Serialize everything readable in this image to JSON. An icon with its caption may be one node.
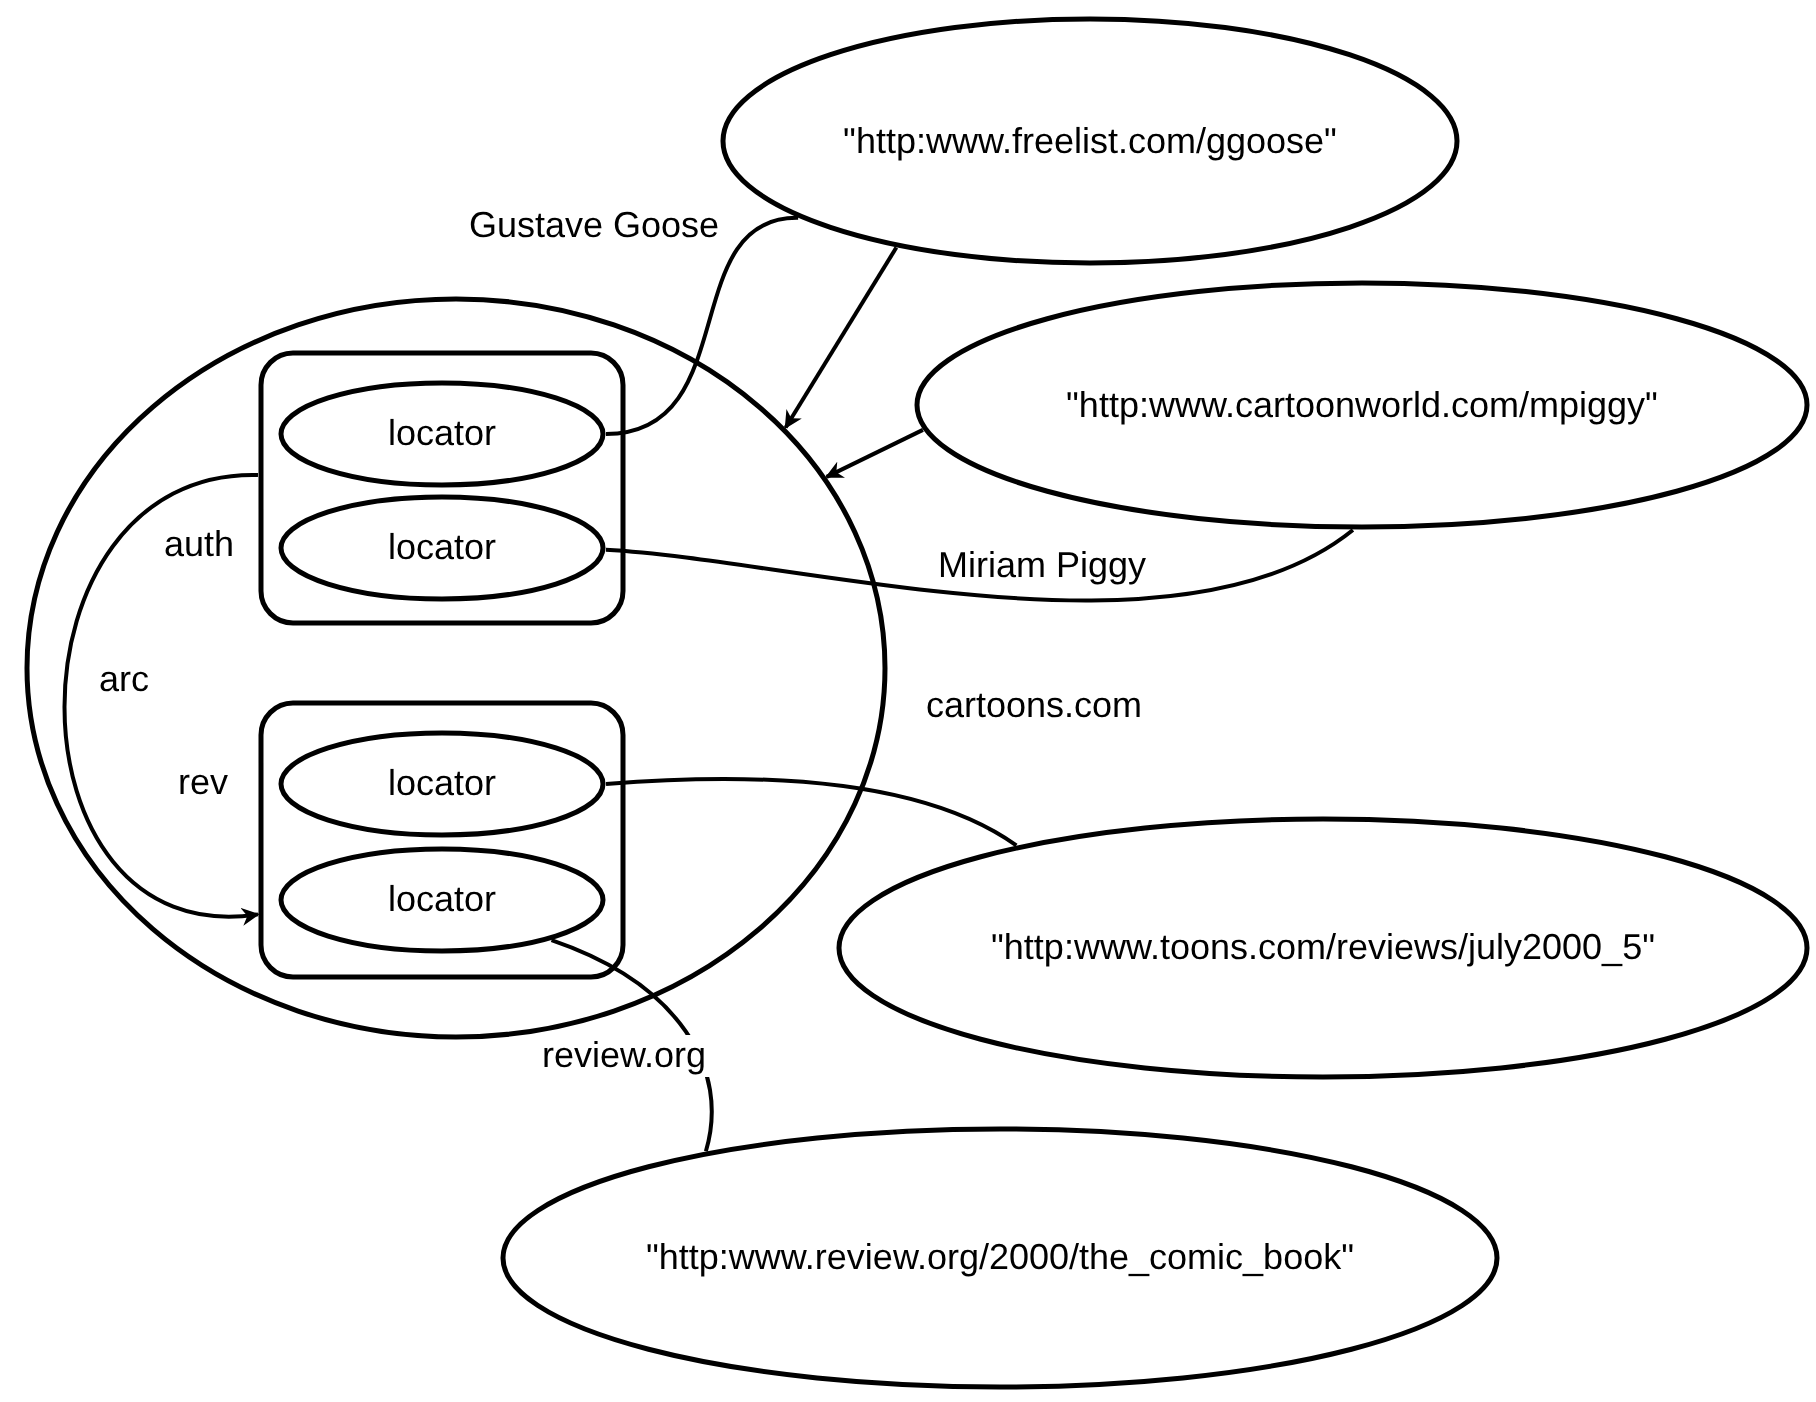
{
  "diagram": {
    "nodes": [
      {
        "text": [],
        "shape": "ellipse"
      },
      {
        "text": [],
        "shape": "box",
        "in": 0,
        "beside": [
          "auth"
        ]
      },
      {
        "text": [
          "locator"
        ],
        "in": 1
      },
      {
        "text": [
          "locator"
        ],
        "in": 1
      },
      {
        "text": [],
        "shape": "box",
        "in": 0,
        "beside": [
          "rev"
        ]
      },
      {
        "text": [
          "locator"
        ],
        "in": 4
      },
      {
        "text": [
          "locator"
        ],
        "in": 4
      },
      {
        "text": [
          "\"http:www.freelist.com/ggoose\""
        ]
      },
      {
        "text": [
          "\"http:www.cartoonworld.com/mpiggy\""
        ]
      },
      {
        "text": [
          "\"http:www.toons.com/reviews/july2000_5\""
        ]
      },
      {
        "text": [
          "\"http:www.review.org/2000/the_comic_book\""
        ]
      }
    ],
    "edges": [
      {
        "from": 2,
        "to": 7,
        "arrow": "none",
        "label": "Gustave Goose"
      },
      {
        "from": 7,
        "to": 0,
        "arrow": "to"
      },
      {
        "from": 8,
        "to": 0,
        "arrow": "to"
      },
      {
        "from": 3,
        "to": 8,
        "arrow": "none",
        "label": "Miriam Piggy"
      },
      {
        "from": 1,
        "to": 4,
        "arrow": "to",
        "label": "arc"
      },
      {
        "from": 5,
        "to": 9,
        "arrow": "none",
        "label": "cartoons.com"
      },
      {
        "from": 6,
        "to": 10,
        "arrow": "none",
        "label": "review.org"
      }
    ]
  }
}
